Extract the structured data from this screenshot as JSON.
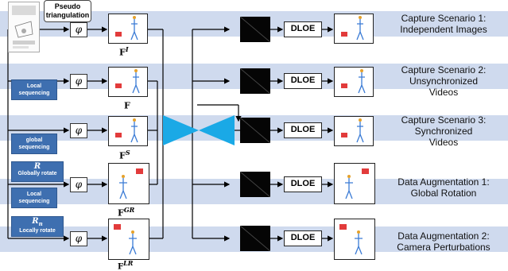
{
  "pseudo_triangulation": "Pseudo triangulation",
  "phi_symbol": "φ",
  "dloe_label": "DLOE",
  "inputs": {
    "local_sequencing": "Local sequencing",
    "global_sequencing": "global sequencing",
    "globally_rotate": "Globally rotate",
    "local_sequencing_2": "Local sequencing",
    "locally_rotate": "Locally rotate",
    "r_symbol": "R",
    "r_n_symbol": "R",
    "r_n_subscript": "n"
  },
  "frames": [
    {
      "label": "F",
      "sup": "I"
    },
    {
      "label": "F",
      "sup": ""
    },
    {
      "label": "F",
      "sup": "S"
    },
    {
      "label": "F",
      "sup": "GR"
    },
    {
      "label": "F",
      "sup": "LR"
    }
  ],
  "captions": [
    {
      "line1": "Capture Scenario 1:",
      "line2": "Independent Images",
      "line3": ""
    },
    {
      "line1": "Capture Scenario 2:",
      "line2": "Unsynchronized",
      "line3": "Videos"
    },
    {
      "line1": "Capture Scenario 3:",
      "line2": "Synchronized",
      "line3": "Videos"
    },
    {
      "line1": "Data Augmentation 1:",
      "line2": "Global Rotation",
      "line3": ""
    },
    {
      "line1": "Data Augmentation 2:",
      "line2": "Camera Perturbations",
      "line3": ""
    }
  ],
  "colors": {
    "band": "#cfdaee",
    "blue_box": "#3e6fb0",
    "hourglass": "#1aa9e6",
    "camera": "#e23b3b"
  }
}
